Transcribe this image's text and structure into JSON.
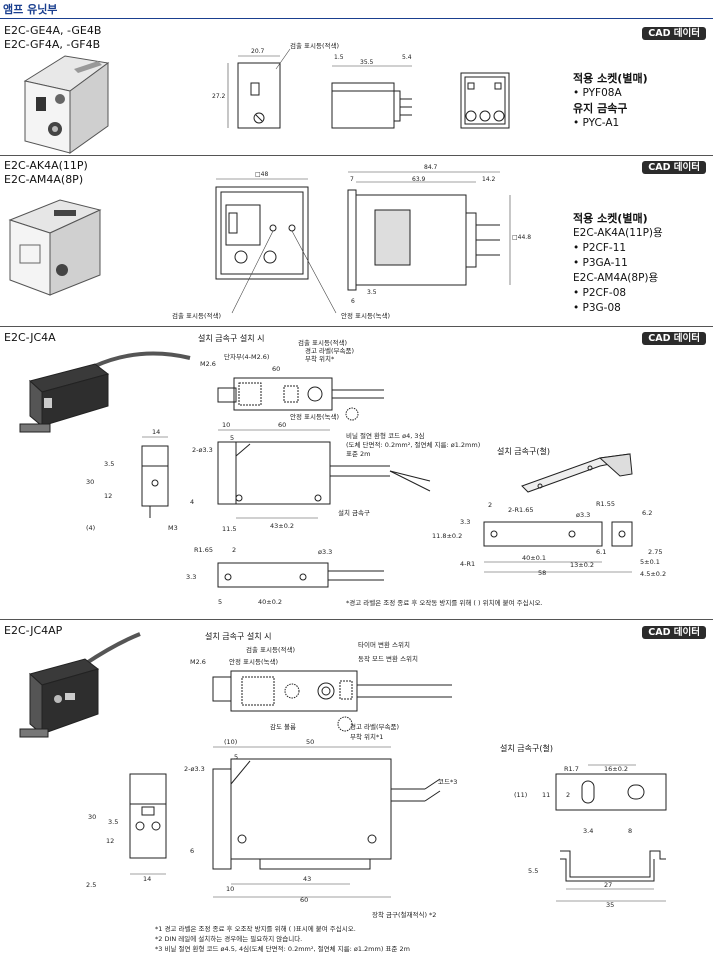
{
  "page": {
    "title": "앰프 유닛부"
  },
  "cad_label": "CAD 데이터",
  "sections": [
    {
      "models": [
        "E2C-GE4A, -GE4B",
        "E2C-GF4A, -GF4B"
      ],
      "socket_heading_1": "적용 소켓(별매)",
      "socket_items_1": [
        "• PYF08A"
      ],
      "socket_heading_2": "유지 금속구",
      "socket_items_2": [
        "• PYC-A1"
      ],
      "callouts": [
        "검출 표시등(적색)"
      ],
      "dims": [
        "20.7",
        "27.2",
        "1.5",
        "35.5",
        "5.4"
      ]
    },
    {
      "models": [
        "E2C-AK4A(11P)",
        "E2C-AM4A(8P)"
      ],
      "socket_heading_1": "적용 소켓(별매)",
      "socket_items_1": [
        "E2C-AK4A(11P)용",
        "• P2CF-11",
        "• P3GA-11",
        "E2C-AM4A(8P)용",
        "• P2CF-08",
        "• P3G-08"
      ],
      "callouts": [
        "검출 표시등(적색)",
        "안정 표시등(녹색)"
      ],
      "dims": [
        "□48",
        "84.7",
        "7",
        "63.9",
        "14.2",
        "□44.8",
        "3.5",
        "6"
      ]
    },
    {
      "models": [
        "E2C-JC4A"
      ],
      "mount_title": "설치 금속구 설치 시",
      "bracket_title": "설치 금속구(철)",
      "callouts": [
        "단자부(4-M2.6)",
        "검출 표시등(적색)",
        "경고 라벨(부속품)",
        "부착 위치*",
        "안정 표시등(녹색)",
        "비닐 절연 환형 코드 ø4, 3심",
        "(도체 단면적: 0.2mm², 절연체 지름: ø1.2mm)",
        "표준 2m",
        "설치 금속구"
      ],
      "dims": [
        "M2.6",
        "60",
        "10",
        "5",
        "2-ø3.3",
        "14",
        "3.5",
        "30",
        "12",
        "4",
        "(4)",
        "M3",
        "11.5",
        "43±0.2",
        "R1.65",
        "2",
        "ø3.3",
        "3.3",
        "5",
        "40±0.2",
        "2-R1.65",
        "2",
        "ø3.3",
        "3.3",
        "R1.55",
        "6.2",
        "11.8±0.2",
        "4-R1",
        "40±0.1",
        "13±0.2",
        "6.1",
        "58",
        "5±0.1",
        "4.5±0.2",
        "2.75"
      ],
      "footnote": "*경고 라벨은 조정 종료 후 오작동 방지를 위해 ( ) 위치에 붙여 주십시오."
    },
    {
      "models": [
        "E2C-JC4AP"
      ],
      "mount_title": "설치 금속구 설치 시",
      "bracket_title": "설치 금속구(철)",
      "callouts": [
        "검출 표시등(적색)",
        "안정 표시등(녹색)",
        "타이머 변환 스위치",
        "동작 모드 변환 스위치",
        "감도 볼륨",
        "경고 라벨(부속품)",
        "부착 위치*1",
        "코드*3",
        "장착 금구(철재적식) *2"
      ],
      "dims": [
        "M2.6",
        "(10)",
        "50",
        "5",
        "2-ø3.3",
        "3.5",
        "30",
        "12",
        "6",
        "14",
        "2.5",
        "10",
        "43",
        "60",
        "R1.7",
        "16±0.2",
        "(11)",
        "11",
        "2",
        "3.4",
        "8",
        "5.5",
        "27",
        "35"
      ],
      "footnotes": [
        "*1 경고 라벨은 조정 종료 후 오조작 방지를 위해 (   )표시에 붙여 주십시오.",
        "*2 DIN 레일에 설치하는 경우에는 필요하지 않습니다.",
        "*3 비닐 절연 환형 코드 ø4.5, 4심(도체 단면적: 0.2mm², 절연체 지름: ø1.2mm) 표준 2m"
      ]
    }
  ]
}
